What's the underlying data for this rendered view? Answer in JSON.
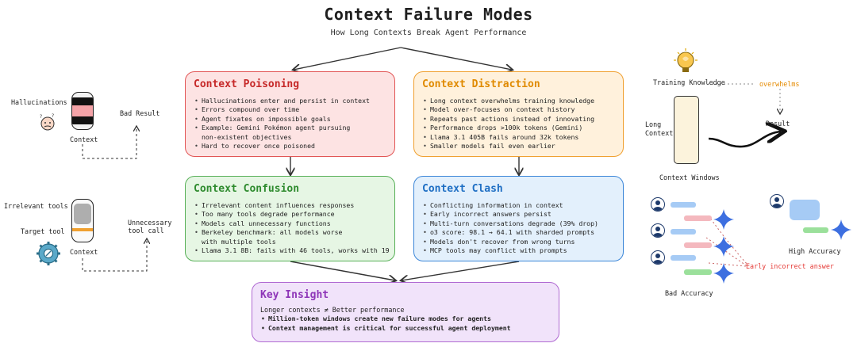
{
  "header": {
    "title": "Context Failure Modes",
    "subtitle": "How Long Contexts Break Agent Performance"
  },
  "cards": {
    "poisoning": {
      "title": "Context Poisoning",
      "items": [
        "Hallucinations enter and persist in context",
        "Errors compound over time",
        "Agent fixates on impossible goals",
        "Example: Gemini Pokémon agent pursuing",
        "Hard to recover once poisoned"
      ],
      "item_cont": "non-existent objectives"
    },
    "distraction": {
      "title": "Context Distraction",
      "items": [
        "Long context overwhelms training knowledge",
        "Model over-focuses on context history",
        "Repeats past actions instead of innovating",
        "Performance drops >100k tokens (Gemini)",
        "Llama 3.1 405B fails around 32k tokens",
        "Smaller models fail even earlier"
      ]
    },
    "confusion": {
      "title": "Context Confusion",
      "items": [
        "Irrelevant content influences responses",
        "Too many tools degrade performance",
        "Models call unnecessary functions",
        "Berkeley benchmark: all models worse",
        "Llama 3.1 8B: fails with 46 tools, works with 19"
      ],
      "item_cont": "with multiple tools"
    },
    "clash": {
      "title": "Context Clash",
      "items": [
        "Conflicting information in context",
        "Early incorrect answers persist",
        "Multi-turn conversations degrade (39% drop)",
        "o3 score: 98.1 → 64.1 with sharded prompts",
        "Models don't recover from wrong turns",
        "MCP tools may conflict with prompts"
      ]
    },
    "insight": {
      "title": "Key Insight",
      "lead": "Longer contexts ≠ Better performance",
      "items": [
        "Million-token windows create new failure modes for agents",
        "Context management is critical for successful agent deployment"
      ]
    }
  },
  "left_top": {
    "hallucinations": "Hallucinations",
    "context": "Context",
    "bad_result": "Bad Result"
  },
  "left_bottom": {
    "irrelevant_tools": "Irrelevant tools",
    "target_tool": "Target tool",
    "context": "Context",
    "unnecessary_line1": "Unnecessary",
    "unnecessary_line2": "tool call"
  },
  "right_top": {
    "training_knowledge": "Training Knowledge",
    "overwhelms": "overwhelms",
    "long_context_line1": "Long",
    "long_context_line2": "Context",
    "context_windows": "Context Windows",
    "result": "Result"
  },
  "right_bottom": {
    "bad_accuracy": "Bad Accuracy",
    "high_accuracy": "High Accuracy",
    "early_incorrect": "Early incorrect answer"
  },
  "colors": {
    "red": "#e25555",
    "orange": "#f0a030",
    "green": "#58b058",
    "blue": "#3b86d8",
    "purple": "#b06ad2",
    "star": "#3d6fe0"
  },
  "icons": [
    "bulb-icon",
    "gear-icon",
    "confused-face-icon",
    "avatar-icon",
    "sparkle-star-icon"
  ]
}
